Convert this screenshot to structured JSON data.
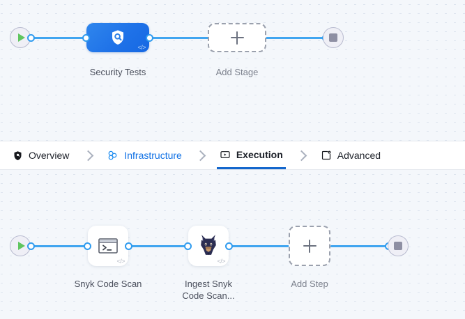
{
  "pipeline": {
    "stage_canvas": {
      "start_node": {
        "name": "start-node",
        "icon": "play-icon"
      },
      "end_node": {
        "name": "end-node",
        "icon": "stop-icon"
      },
      "nodes": [
        {
          "id": "security-tests",
          "label": "Security Tests",
          "icon": "shield-search-icon",
          "badge": "</>",
          "type": "stage"
        },
        {
          "id": "add-stage",
          "label": "Add Stage",
          "icon": "plus-icon",
          "type": "add"
        }
      ]
    },
    "step_canvas": {
      "start_node": {
        "name": "start-node",
        "icon": "play-icon"
      },
      "end_node": {
        "name": "end-node",
        "icon": "stop-icon"
      },
      "nodes": [
        {
          "id": "snyk-code-scan",
          "label": "Snyk Code Scan",
          "icon": "terminal-icon",
          "badge": "</>",
          "type": "step"
        },
        {
          "id": "ingest-snyk-code-scan",
          "label": "Ingest Snyk\nCode Scan...",
          "icon": "doberman-logo-icon",
          "badge": "</>",
          "type": "step"
        },
        {
          "id": "add-step",
          "label": "Add Step",
          "icon": "plus-icon",
          "type": "add"
        }
      ]
    }
  },
  "tabs": [
    {
      "id": "overview",
      "label": "Overview",
      "icon": "shield-icon",
      "state": "default"
    },
    {
      "id": "infrastructure",
      "label": "Infrastructure",
      "icon": "infrastructure-cluster-icon",
      "state": "link"
    },
    {
      "id": "execution",
      "label": "Execution",
      "icon": "execution-play-box-icon",
      "state": "active"
    },
    {
      "id": "advanced",
      "label": "Advanced",
      "icon": "advanced-gear-card-icon",
      "state": "default"
    }
  ],
  "colors": {
    "accent_blue": "#1071e5",
    "active_underline": "#1366cc",
    "edge_blue": "#40a5f0",
    "stage_node_blue": "#1f72e8",
    "canvas_bg": "#f4f7fb",
    "play_green": "#5fc55f",
    "stop_grey": "#8e8fa3"
  }
}
